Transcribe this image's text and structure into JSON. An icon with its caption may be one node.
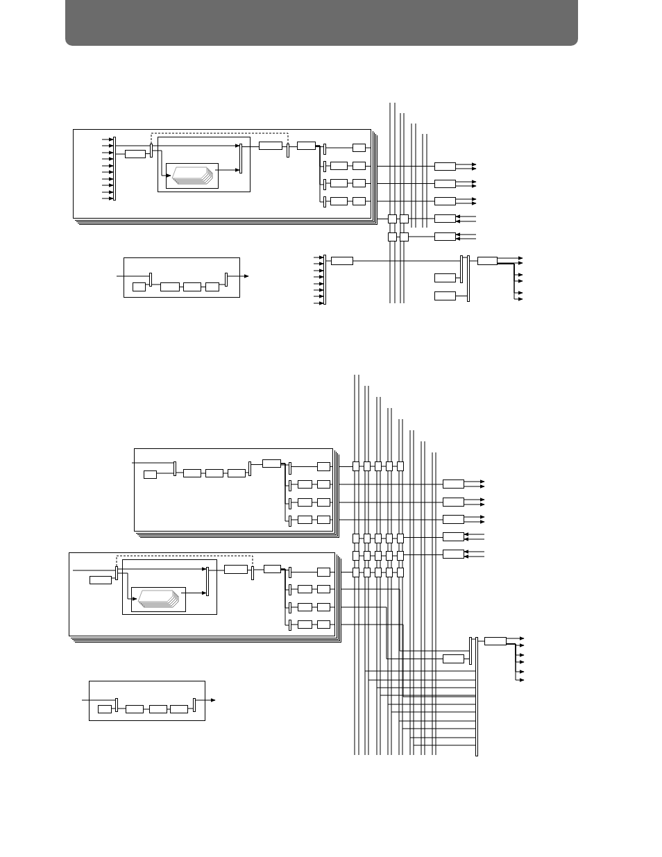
{
  "diagram": {
    "nodes": [
      {
        "text": [],
        "shape": "box"
      },
      {
        "text": [],
        "shape": "bar",
        "in": 0
      },
      {
        "text": [],
        "shape": "box",
        "in": 0
      },
      {
        "text": [],
        "shape": "bar",
        "in": 0
      },
      {
        "text": [],
        "shape": "box",
        "in": 0
      },
      {
        "text": [],
        "shape": "bar",
        "in": 4
      },
      {
        "text": [],
        "shape": "box",
        "in": 4
      },
      {
        "text": [],
        "shape": "stack",
        "in": 6
      },
      {
        "text": [],
        "shape": "box",
        "in": 0
      },
      {
        "text": [],
        "shape": "bar",
        "in": 0
      },
      {
        "text": [],
        "shape": "box",
        "in": 0
      },
      {
        "text": [],
        "shape": "bar",
        "in": 0
      },
      {
        "text": [],
        "shape": "bar",
        "in": 0
      },
      {
        "text": [],
        "shape": "bar",
        "in": 0
      },
      {
        "text": [],
        "shape": "bar",
        "in": 0
      },
      {
        "text": [],
        "shape": "box",
        "in": 0
      },
      {
        "text": [],
        "shape": "box",
        "in": 0
      },
      {
        "text": [],
        "shape": "box",
        "in": 0
      },
      {
        "text": [],
        "shape": "box",
        "in": 0
      },
      {
        "text": [],
        "shape": "box",
        "in": 0
      },
      {
        "text": [],
        "shape": "box",
        "in": 0
      },
      {
        "text": [],
        "shape": "box",
        "in": 0
      },
      {
        "text": [],
        "shape": "box"
      },
      {
        "text": [],
        "shape": "box"
      },
      {
        "text": [],
        "shape": "box"
      },
      {
        "text": [],
        "shape": "box"
      },
      {
        "text": [],
        "shape": "box"
      },
      {
        "text": [],
        "shape": "box"
      },
      {
        "text": [],
        "shape": "box"
      },
      {
        "text": [],
        "shape": "box"
      },
      {
        "text": [],
        "shape": "box"
      },
      {
        "text": [],
        "shape": "bar"
      },
      {
        "text": [],
        "shape": "box"
      },
      {
        "text": [],
        "shape": "box"
      },
      {
        "text": [],
        "shape": "box"
      },
      {
        "text": [],
        "shape": "bar"
      },
      {
        "text": [],
        "shape": "bar"
      },
      {
        "text": [],
        "shape": "box"
      },
      {
        "text": [],
        "shape": "box"
      },
      {
        "text": [],
        "shape": "box",
        "in": 38
      },
      {
        "text": [],
        "shape": "bar",
        "in": 38
      },
      {
        "text": [],
        "shape": "box",
        "in": 38
      },
      {
        "text": [],
        "shape": "box",
        "in": 38
      },
      {
        "text": [],
        "shape": "box",
        "in": 38
      },
      {
        "text": [],
        "shape": "bar",
        "in": 38
      },
      {
        "text": [],
        "shape": "box"
      },
      {
        "text": [],
        "shape": "box",
        "in": 45
      },
      {
        "text": [],
        "shape": "bar",
        "in": 45
      },
      {
        "text": [],
        "shape": "box",
        "in": 45
      },
      {
        "text": [],
        "shape": "box",
        "in": 45
      },
      {
        "text": [],
        "shape": "box",
        "in": 45
      },
      {
        "text": [],
        "shape": "bar",
        "in": 45
      },
      {
        "text": [],
        "shape": "box",
        "in": 45
      },
      {
        "text": [],
        "shape": "bar",
        "in": 45
      },
      {
        "text": [],
        "shape": "bar",
        "in": 45
      },
      {
        "text": [],
        "shape": "bar",
        "in": 45
      },
      {
        "text": [],
        "shape": "bar",
        "in": 45
      },
      {
        "text": [],
        "shape": "box",
        "in": 45
      },
      {
        "text": [],
        "shape": "box",
        "in": 45
      },
      {
        "text": [],
        "shape": "box",
        "in": 45
      },
      {
        "text": [],
        "shape": "box",
        "in": 45
      },
      {
        "text": [],
        "shape": "box",
        "in": 45
      },
      {
        "text": [],
        "shape": "box",
        "in": 45
      },
      {
        "text": [],
        "shape": "box",
        "in": 45
      },
      {
        "text": [],
        "shape": "box"
      },
      {
        "text": [],
        "shape": "box",
        "in": 64
      },
      {
        "text": [],
        "shape": "bar",
        "in": 64
      },
      {
        "text": [],
        "shape": "box",
        "in": 64
      },
      {
        "text": [],
        "shape": "bar",
        "in": 67
      },
      {
        "text": [],
        "shape": "box",
        "in": 67
      },
      {
        "text": [],
        "shape": "stack",
        "in": 69
      },
      {
        "text": [],
        "shape": "box",
        "in": 64
      },
      {
        "text": [],
        "shape": "bar",
        "in": 64
      },
      {
        "text": [],
        "shape": "box",
        "in": 64
      },
      {
        "text": [],
        "shape": "bar",
        "in": 64
      },
      {
        "text": [],
        "shape": "bar",
        "in": 64
      },
      {
        "text": [],
        "shape": "bar",
        "in": 64
      },
      {
        "text": [],
        "shape": "bar",
        "in": 64
      },
      {
        "text": [],
        "shape": "box",
        "in": 64
      },
      {
        "text": [],
        "shape": "box",
        "in": 64
      },
      {
        "text": [],
        "shape": "box",
        "in": 64
      },
      {
        "text": [],
        "shape": "box",
        "in": 64
      },
      {
        "text": [],
        "shape": "box",
        "in": 64
      },
      {
        "text": [],
        "shape": "box",
        "in": 64
      },
      {
        "text": [],
        "shape": "box",
        "in": 64
      },
      {
        "text": [],
        "shape": "box"
      },
      {
        "text": [],
        "shape": "box"
      },
      {
        "text": [],
        "shape": "box"
      },
      {
        "text": [],
        "shape": "box"
      },
      {
        "text": [],
        "shape": "box"
      },
      {
        "text": [],
        "shape": "box"
      },
      {
        "text": [],
        "shape": "box"
      },
      {
        "text": [],
        "shape": "box"
      },
      {
        "text": [],
        "shape": "box"
      },
      {
        "text": [],
        "shape": "box"
      },
      {
        "text": [],
        "shape": "box"
      },
      {
        "text": [],
        "shape": "box"
      },
      {
        "text": [],
        "shape": "box"
      },
      {
        "text": [],
        "shape": "box"
      },
      {
        "text": [],
        "shape": "box"
      },
      {
        "text": [],
        "shape": "box"
      },
      {
        "text": [],
        "shape": "box"
      },
      {
        "text": [],
        "shape": "box"
      },
      {
        "text": [],
        "shape": "box"
      },
      {
        "text": [],
        "shape": "box"
      },
      {
        "text": [],
        "shape": "box"
      },
      {
        "text": [],
        "shape": "box"
      },
      {
        "text": [],
        "shape": "box"
      },
      {
        "text": [],
        "shape": "box"
      },
      {
        "text": [],
        "shape": "box"
      },
      {
        "text": [],
        "shape": "bar"
      },
      {
        "text": [],
        "shape": "bar"
      },
      {
        "text": [],
        "shape": "box"
      },
      {
        "text": [],
        "shape": "box"
      },
      {
        "text": [],
        "shape": "box"
      },
      {
        "text": [],
        "shape": "box",
        "in": 114
      },
      {
        "text": [],
        "shape": "bar",
        "in": 114
      },
      {
        "text": [],
        "shape": "box",
        "in": 114
      },
      {
        "text": [],
        "shape": "box",
        "in": 114
      },
      {
        "text": [],
        "shape": "box",
        "in": 114
      },
      {
        "text": [],
        "shape": "bar",
        "in": 114
      }
    ],
    "edges": [
      {
        "from": null,
        "to": 1,
        "arrow": "to"
      },
      {
        "from": null,
        "to": 1,
        "arrow": "to"
      },
      {
        "from": null,
        "to": 1,
        "arrow": "to"
      },
      {
        "from": null,
        "to": 1,
        "arrow": "to"
      },
      {
        "from": null,
        "to": 1,
        "arrow": "to"
      },
      {
        "from": null,
        "to": 1,
        "arrow": "to"
      },
      {
        "from": null,
        "to": 1,
        "arrow": "to"
      },
      {
        "from": null,
        "to": 1,
        "arrow": "to"
      },
      {
        "from": null,
        "to": 1,
        "arrow": "to"
      },
      {
        "from": null,
        "to": 1,
        "arrow": "to"
      },
      {
        "from": 1,
        "to": 2,
        "arrow": "none"
      },
      {
        "from": 2,
        "to": 3,
        "arrow": "none"
      },
      {
        "from": 1,
        "to": 3,
        "arrow": "none"
      },
      {
        "from": 3,
        "to": 5,
        "arrow": "to"
      },
      {
        "from": 3,
        "to": 7,
        "arrow": "to"
      },
      {
        "from": 7,
        "to": 5,
        "arrow": "to"
      },
      {
        "from": 5,
        "to": 8,
        "arrow": "none"
      },
      {
        "from": 8,
        "to": 9,
        "arrow": "none"
      },
      {
        "from": 3,
        "to": 9,
        "arrow": "none",
        "style": "dashed"
      },
      {
        "from": 9,
        "to": 10,
        "arrow": "none"
      },
      {
        "from": 10,
        "to": 11,
        "arrow": "none"
      },
      {
        "from": 10,
        "to": 12,
        "arrow": "none"
      },
      {
        "from": 10,
        "to": 13,
        "arrow": "none"
      },
      {
        "from": 10,
        "to": 14,
        "arrow": "none"
      },
      {
        "from": 11,
        "to": 15,
        "arrow": "none"
      },
      {
        "from": 12,
        "to": 16,
        "arrow": "none"
      },
      {
        "from": 16,
        "to": 17,
        "arrow": "none"
      },
      {
        "from": 13,
        "to": 18,
        "arrow": "none"
      },
      {
        "from": 18,
        "to": 19,
        "arrow": "none"
      },
      {
        "from": 14,
        "to": 20,
        "arrow": "none"
      },
      {
        "from": 20,
        "to": 21,
        "arrow": "none"
      },
      {
        "from": 17,
        "to": 26,
        "arrow": "none"
      },
      {
        "from": 19,
        "to": 27,
        "arrow": "none"
      },
      {
        "from": 21,
        "to": 28,
        "arrow": "none"
      },
      {
        "from": 15,
        "to": 22,
        "arrow": "none"
      },
      {
        "from": 29,
        "to": 23,
        "arrow": "none"
      },
      {
        "from": 22,
        "to": 23,
        "arrow": "none"
      },
      {
        "from": 30,
        "to": 25,
        "arrow": "none"
      },
      {
        "from": 24,
        "to": 25,
        "arrow": "none"
      },
      {
        "from": 26,
        "to": null,
        "arrow": "to"
      },
      {
        "from": 26,
        "to": null,
        "arrow": "to"
      },
      {
        "from": 27,
        "to": null,
        "arrow": "to"
      },
      {
        "from": 27,
        "to": null,
        "arrow": "to"
      },
      {
        "from": 28,
        "to": null,
        "arrow": "to"
      },
      {
        "from": 28,
        "to": null,
        "arrow": "to"
      },
      {
        "from": null,
        "to": 29,
        "arrow": "to"
      },
      {
        "from": null,
        "to": 29,
        "arrow": "to"
      },
      {
        "from": null,
        "to": 30,
        "arrow": "to"
      },
      {
        "from": null,
        "to": 30,
        "arrow": "to"
      },
      {
        "from": null,
        "to": 31,
        "arrow": "to"
      },
      {
        "from": null,
        "to": 31,
        "arrow": "to"
      },
      {
        "from": null,
        "to": 31,
        "arrow": "to"
      },
      {
        "from": null,
        "to": 31,
        "arrow": "to"
      },
      {
        "from": null,
        "to": 31,
        "arrow": "to"
      },
      {
        "from": null,
        "to": 31,
        "arrow": "to"
      },
      {
        "from": null,
        "to": 31,
        "arrow": "to"
      },
      {
        "from": null,
        "to": 31,
        "arrow": "to"
      },
      {
        "from": 31,
        "to": 32,
        "arrow": "none"
      },
      {
        "from": 32,
        "to": 35,
        "arrow": "none"
      },
      {
        "from": 33,
        "to": 35,
        "arrow": "none"
      },
      {
        "from": 34,
        "to": 36,
        "arrow": "none"
      },
      {
        "from": 35,
        "to": 36,
        "arrow": "none"
      },
      {
        "from": 36,
        "to": 37,
        "arrow": "none"
      },
      {
        "from": 37,
        "to": null,
        "arrow": "to"
      },
      {
        "from": 37,
        "to": null,
        "arrow": "to"
      },
      {
        "from": 37,
        "to": null,
        "arrow": "to"
      },
      {
        "from": 37,
        "to": null,
        "arrow": "to"
      },
      {
        "from": 37,
        "to": null,
        "arrow": "to"
      },
      {
        "from": 37,
        "to": null,
        "arrow": "to"
      },
      {
        "from": null,
        "to": 40,
        "arrow": "none"
      },
      {
        "from": 39,
        "to": 40,
        "arrow": "none"
      },
      {
        "from": 40,
        "to": 41,
        "arrow": "none"
      },
      {
        "from": 41,
        "to": 42,
        "arrow": "none"
      },
      {
        "from": 42,
        "to": 43,
        "arrow": "none"
      },
      {
        "from": 43,
        "to": 44,
        "arrow": "none"
      },
      {
        "from": 44,
        "to": null,
        "arrow": "to"
      },
      {
        "from": null,
        "to": 47,
        "arrow": "none"
      },
      {
        "from": 46,
        "to": 47,
        "arrow": "none"
      },
      {
        "from": 47,
        "to": 48,
        "arrow": "none"
      },
      {
        "from": 48,
        "to": 49,
        "arrow": "none"
      },
      {
        "from": 49,
        "to": 50,
        "arrow": "none"
      },
      {
        "from": 50,
        "to": 51,
        "arrow": "none"
      },
      {
        "from": 51,
        "to": 52,
        "arrow": "none"
      },
      {
        "from": 52,
        "to": 53,
        "arrow": "none"
      },
      {
        "from": 53,
        "to": 57,
        "arrow": "none"
      },
      {
        "from": 52,
        "to": 54,
        "arrow": "none"
      },
      {
        "from": 54,
        "to": 58,
        "arrow": "none"
      },
      {
        "from": 58,
        "to": 59,
        "arrow": "none"
      },
      {
        "from": 52,
        "to": 55,
        "arrow": "none"
      },
      {
        "from": 55,
        "to": 60,
        "arrow": "none"
      },
      {
        "from": 60,
        "to": 61,
        "arrow": "none"
      },
      {
        "from": 52,
        "to": 56,
        "arrow": "none"
      },
      {
        "from": 56,
        "to": 62,
        "arrow": "none"
      },
      {
        "from": 62,
        "to": 63,
        "arrow": "none"
      },
      {
        "from": 57,
        "to": 85,
        "arrow": "none"
      },
      {
        "from": 85,
        "to": 86,
        "arrow": "none"
      },
      {
        "from": 86,
        "to": 87,
        "arrow": "none"
      },
      {
        "from": 87,
        "to": 88,
        "arrow": "none"
      },
      {
        "from": 88,
        "to": 89,
        "arrow": "none"
      },
      {
        "from": 59,
        "to": 105,
        "arrow": "none"
      },
      {
        "from": 61,
        "to": 106,
        "arrow": "none"
      },
      {
        "from": 63,
        "to": 107,
        "arrow": "none"
      },
      {
        "from": 90,
        "to": 91,
        "arrow": "none"
      },
      {
        "from": 91,
        "to": 92,
        "arrow": "none"
      },
      {
        "from": 92,
        "to": 93,
        "arrow": "none"
      },
      {
        "from": 93,
        "to": 94,
        "arrow": "none"
      },
      {
        "from": 94,
        "to": 108,
        "arrow": "none"
      },
      {
        "from": 95,
        "to": 96,
        "arrow": "none"
      },
      {
        "from": 96,
        "to": 97,
        "arrow": "none"
      },
      {
        "from": 97,
        "to": 98,
        "arrow": "none"
      },
      {
        "from": 98,
        "to": 99,
        "arrow": "none"
      },
      {
        "from": 99,
        "to": 109,
        "arrow": "none"
      },
      {
        "from": 105,
        "to": null,
        "arrow": "to"
      },
      {
        "from": 105,
        "to": null,
        "arrow": "to"
      },
      {
        "from": 106,
        "to": null,
        "arrow": "to"
      },
      {
        "from": 106,
        "to": null,
        "arrow": "to"
      },
      {
        "from": 107,
        "to": null,
        "arrow": "to"
      },
      {
        "from": 107,
        "to": null,
        "arrow": "to"
      },
      {
        "from": null,
        "to": 108,
        "arrow": "to"
      },
      {
        "from": null,
        "to": 108,
        "arrow": "to"
      },
      {
        "from": null,
        "to": 109,
        "arrow": "to"
      },
      {
        "from": null,
        "to": 109,
        "arrow": "to"
      },
      {
        "from": null,
        "to": 66,
        "arrow": "none"
      },
      {
        "from": 65,
        "to": 66,
        "arrow": "none"
      },
      {
        "from": 66,
        "to": 68,
        "arrow": "to"
      },
      {
        "from": 66,
        "to": 70,
        "arrow": "to"
      },
      {
        "from": 70,
        "to": 68,
        "arrow": "to"
      },
      {
        "from": 68,
        "to": 71,
        "arrow": "none"
      },
      {
        "from": 71,
        "to": 72,
        "arrow": "none"
      },
      {
        "from": 66,
        "to": 72,
        "arrow": "none",
        "style": "dashed"
      },
      {
        "from": 72,
        "to": 73,
        "arrow": "none"
      },
      {
        "from": 73,
        "to": 74,
        "arrow": "none"
      },
      {
        "from": 73,
        "to": 75,
        "arrow": "none"
      },
      {
        "from": 73,
        "to": 76,
        "arrow": "none"
      },
      {
        "from": 73,
        "to": 77,
        "arrow": "none"
      },
      {
        "from": 74,
        "to": 78,
        "arrow": "none"
      },
      {
        "from": 75,
        "to": 79,
        "arrow": "none"
      },
      {
        "from": 79,
        "to": 80,
        "arrow": "none"
      },
      {
        "from": 76,
        "to": 81,
        "arrow": "none"
      },
      {
        "from": 81,
        "to": 82,
        "arrow": "none"
      },
      {
        "from": 77,
        "to": 83,
        "arrow": "none"
      },
      {
        "from": 83,
        "to": 84,
        "arrow": "none"
      },
      {
        "from": 78,
        "to": 100,
        "arrow": "none"
      },
      {
        "from": 100,
        "to": 101,
        "arrow": "none"
      },
      {
        "from": 101,
        "to": 102,
        "arrow": "none"
      },
      {
        "from": 102,
        "to": 103,
        "arrow": "none"
      },
      {
        "from": 103,
        "to": 104,
        "arrow": "none"
      },
      {
        "from": 80,
        "to": 110,
        "arrow": "none"
      },
      {
        "from": 82,
        "to": 113,
        "arrow": "none"
      },
      {
        "from": 84,
        "to": 111,
        "arrow": "none"
      },
      {
        "from": 113,
        "to": 110,
        "arrow": "none"
      },
      {
        "from": 110,
        "to": 111,
        "arrow": "none"
      },
      {
        "from": 111,
        "to": 112,
        "arrow": "none"
      },
      {
        "from": 112,
        "to": null,
        "arrow": "to"
      },
      {
        "from": 112,
        "to": null,
        "arrow": "to"
      },
      {
        "from": 112,
        "to": null,
        "arrow": "to"
      },
      {
        "from": 112,
        "to": null,
        "arrow": "to"
      },
      {
        "from": 112,
        "to": null,
        "arrow": "to"
      },
      {
        "from": 112,
        "to": null,
        "arrow": "to"
      },
      {
        "from": null,
        "to": 116,
        "arrow": "none"
      },
      {
        "from": 115,
        "to": 116,
        "arrow": "none"
      },
      {
        "from": 116,
        "to": 117,
        "arrow": "none"
      },
      {
        "from": 117,
        "to": 118,
        "arrow": "none"
      },
      {
        "from": 118,
        "to": 119,
        "arrow": "none"
      },
      {
        "from": 119,
        "to": 120,
        "arrow": "none"
      },
      {
        "from": 120,
        "to": null,
        "arrow": "to"
      }
    ]
  }
}
